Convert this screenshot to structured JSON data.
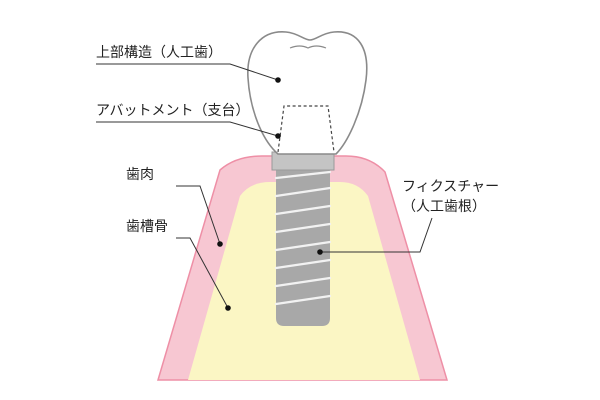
{
  "labels": {
    "crown": "上部構造（人工歯）",
    "abutment": "アバットメント（支台）",
    "gum": "歯肉",
    "bone": "歯槽骨",
    "fixture_line1": "フィクスチャー",
    "fixture_line2": "（人工歯根）"
  },
  "colors": {
    "gum": "#f7c7d2",
    "gum_edge": "#ee8fa6",
    "bone": "#fbf6c4",
    "fixture": "#a8a8a8",
    "abutment": "#c4c4c4",
    "crown_outline": "#8a8a8a",
    "leader_line": "#333333",
    "marker": "#111111"
  }
}
